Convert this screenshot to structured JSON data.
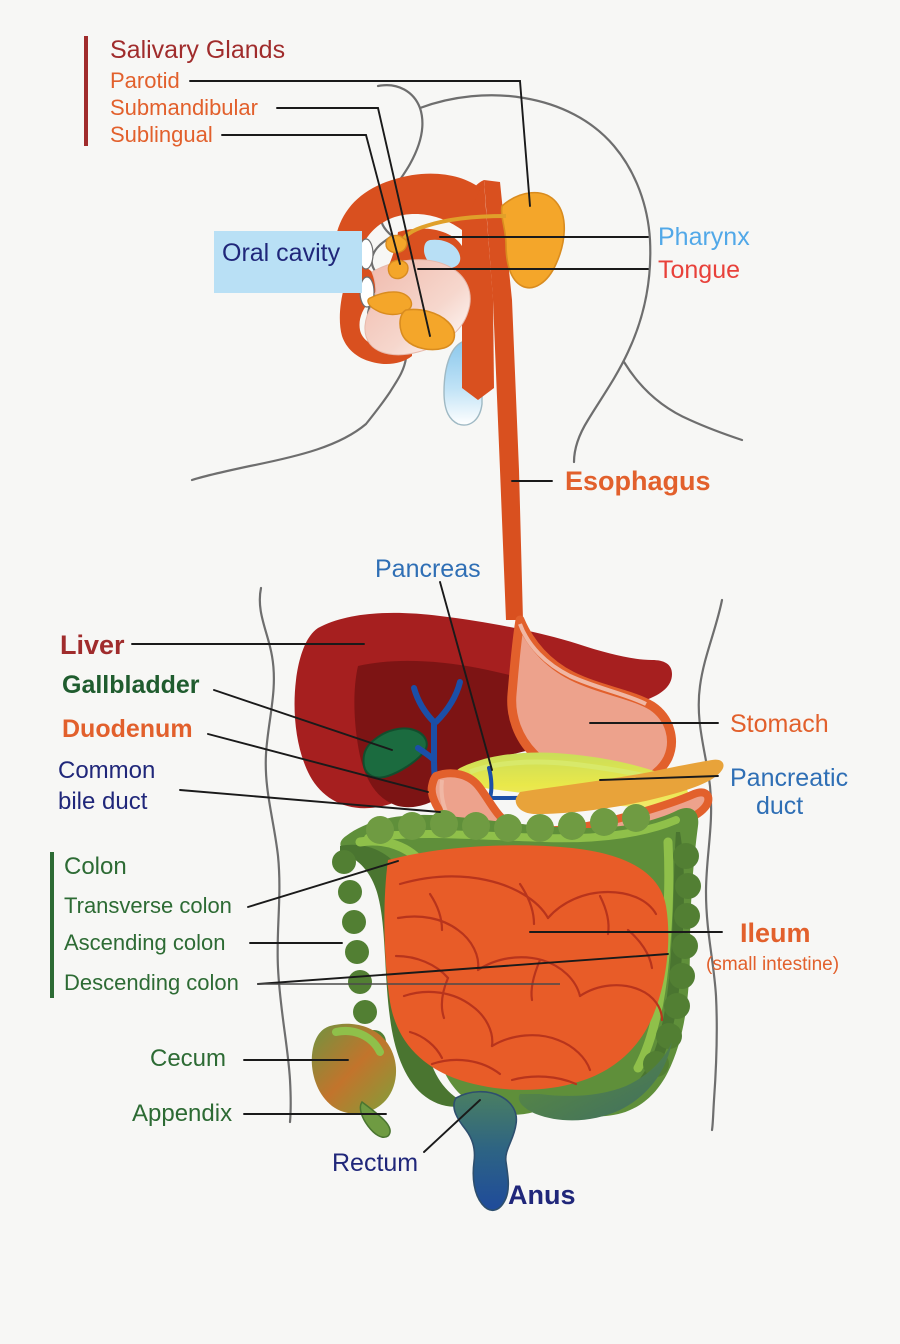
{
  "diagram": {
    "title": "Human digestive system",
    "background_color": "#f7f7f5",
    "leader_line_color": "#1a1a1a",
    "body_outline_color": "#6e6e6e"
  },
  "colors": {
    "salivary_heading": "#a02c2c",
    "salivary_item": "#e2602c",
    "oral_cavity_text": "#20277a",
    "oral_cavity_bg": "#b9e0f5",
    "pharynx": "#51a8e8",
    "tongue": "#e8413a",
    "esophagus": "#e2602c",
    "pancreas": "#2f6fb5",
    "liver": "#a02c2c",
    "gallbladder": "#1f5c2e",
    "duodenum": "#e2602c",
    "common_bile_duct": "#20277a",
    "stomach": "#e2602c",
    "pancreatic_duct": "#2f6fb5",
    "colon": "#2d6b34",
    "ileum": "#e2602c",
    "cecum": "#2d6b34",
    "appendix": "#2d6b34",
    "rectum": "#20277a",
    "anus": "#20277a",
    "organ_liver_fill": "#a61f1f",
    "organ_liver_shade": "#7d1414",
    "organ_gallbladder_fill": "#1b6b3f",
    "organ_stomach_fill": "#eda28c",
    "organ_stomach_outline": "#e2602c",
    "organ_pancreas_fill": "#a8c93a",
    "organ_duodenum_fill": "#e8a33a",
    "organ_colon_fill": "#5f8f3a",
    "organ_colon_dark": "#4a7530",
    "organ_small_intestine": "#e85c28",
    "organ_esophagus": "#d9501f",
    "organ_salivary_gland": "#f4a62a",
    "organ_trachea": "#a8d8f0",
    "organ_rectum_top": "#4a7f62",
    "organ_rectum_bottom": "#1f4b9b",
    "organ_bile_duct": "#1b4fa8"
  },
  "labels": {
    "salivary_heading": "Salivary Glands",
    "parotid": "Parotid",
    "submandibular": "Submandibular",
    "sublingual": "Sublingual",
    "oral_cavity": "Oral cavity",
    "pharynx": "Pharynx",
    "tongue": "Tongue",
    "esophagus": "Esophagus",
    "pancreas": "Pancreas",
    "liver": "Liver",
    "gallbladder": "Gallbladder",
    "duodenum": "Duodenum",
    "common_bile_duct_line1": "Common",
    "common_bile_duct_line2": "bile duct",
    "stomach": "Stomach",
    "pancreatic_duct_line1": "Pancreatic",
    "pancreatic_duct_line2": "duct",
    "colon": "Colon",
    "transverse_colon": "Transverse colon",
    "ascending_colon": "Ascending colon",
    "descending_colon": "Descending colon",
    "ileum": "Ileum",
    "ileum_sub": "(small intestine)",
    "cecum": "Cecum",
    "appendix": "Appendix",
    "rectum": "Rectum",
    "anus": "Anus"
  }
}
